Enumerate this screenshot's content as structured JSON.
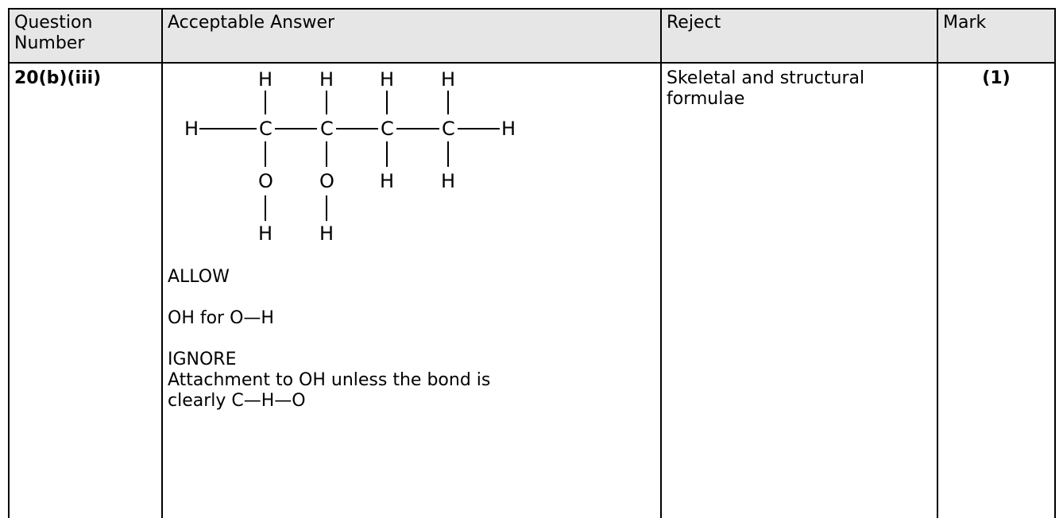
{
  "table": {
    "headers": {
      "question": "Question Number",
      "answer": "Acceptable Answer",
      "reject": "Reject",
      "mark": "Mark"
    },
    "row": {
      "question_number": "20(b)(iii)",
      "reject": "Skeletal and structural formulae",
      "mark": "(1)"
    }
  },
  "formula": {
    "atoms": {
      "h_top_1": "H",
      "h_top_2": "H",
      "h_top_3": "H",
      "h_top_4": "H",
      "h_left": "H",
      "c1": "C",
      "c2": "C",
      "c3": "C",
      "c4": "C",
      "h_right": "H",
      "o1": "O",
      "o2": "O",
      "h_mid_3": "H",
      "h_mid_4": "H",
      "h_bot_1": "H",
      "h_bot_2": "H"
    }
  },
  "notes": {
    "allow_heading": "ALLOW",
    "allow_text": "OH for O—H",
    "ignore_heading": "IGNORE",
    "ignore_line1": "Attachment to OH unless the bond is",
    "ignore_line2": "clearly C—H—O"
  }
}
